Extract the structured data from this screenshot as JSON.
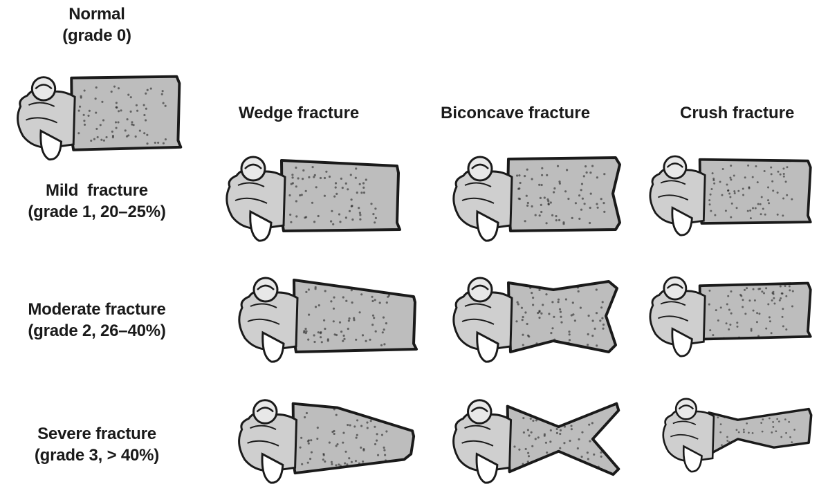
{
  "rows": [
    {
      "line1": "Normal",
      "line2": "(grade 0)"
    },
    {
      "line1": "Mild  fracture",
      "line2": "(grade 1, 20–25%)"
    },
    {
      "line1": "Moderate fracture",
      "line2": "(grade 2, 26–40%)"
    },
    {
      "line1": "Severe fracture",
      "line2": "(grade 3, > 40%)"
    }
  ],
  "columns": [
    "Wedge fracture",
    "Biconcave fracture",
    "Crush fracture"
  ],
  "colors": {
    "ink": "#1a1a1a",
    "bone_fill": "#cfcfcf",
    "background": "#ffffff"
  }
}
